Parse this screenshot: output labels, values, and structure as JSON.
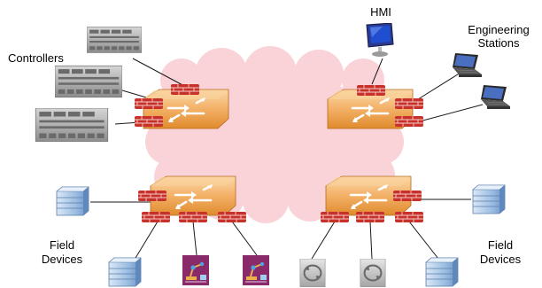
{
  "labels": {
    "controllers": "Controllers",
    "hmi": "HMI",
    "engineering_line1": "Engineering",
    "engineering_line2": "Stations",
    "field_left_line1": "Field",
    "field_left_line2": "Devices",
    "field_right_line1": "Field",
    "field_right_line2": "Devices"
  },
  "colors": {
    "cloud": "#f9d3d8",
    "switch_orange": "#f0a24a",
    "switch_light": "#f7c98a",
    "brick_red": "#c8302a",
    "brick_mortar": "#f4d0c8",
    "server_blue": "#8fb4dc",
    "controller_gray": "#b8b8b8",
    "robot_purple": "#8a2a6a",
    "valve_gray": "#b0b0b0",
    "line": "#1a1a1a"
  },
  "icons": [
    "network-cloud-icon",
    "ethernet-switch-icon",
    "firewall-icon",
    "controller-rack-icon",
    "monitor-icon",
    "laptop-icon",
    "field-server-icon",
    "robot-arm-icon",
    "valve-icon"
  ]
}
